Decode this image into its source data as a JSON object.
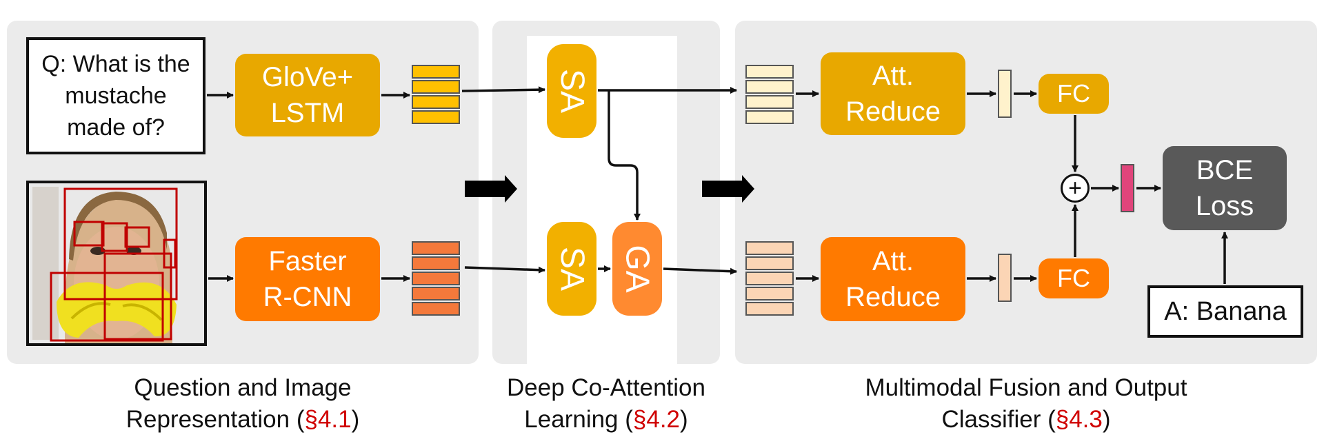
{
  "question_box": {
    "line1": "Q: What is the",
    "line2": "mustache",
    "line3": "made of?"
  },
  "answer_box": {
    "label": "A: Banana"
  },
  "blocks": {
    "glove_lstm": {
      "line1": "GloVe+",
      "line2": "LSTM"
    },
    "faster_rcnn": {
      "line1": "Faster",
      "line2": "R-CNN"
    },
    "sa_top": "SA",
    "sa_bottom": "SA",
    "ga": "GA",
    "att_reduce_top": {
      "line1": "Att.",
      "line2": "Reduce"
    },
    "att_reduce_bottom": {
      "line1": "Att.",
      "line2": "Reduce"
    },
    "fc_top": "FC",
    "fc_bottom": "FC",
    "bce_loss": {
      "line1": "BCE",
      "line2": "Loss"
    },
    "plus_symbol": "+"
  },
  "captions": {
    "section1": {
      "line1": "Question and Image",
      "line2": "Representation (",
      "ref": "§4.1",
      "close": ")"
    },
    "section2": {
      "line1": "Deep Co-Attention",
      "line2": "Learning (",
      "ref": "§4.2",
      "close": ")"
    },
    "section3": {
      "line1": "Multimodal Fusion and Output",
      "line2": "Classifier (",
      "ref": "§4.3",
      "close": ")"
    }
  },
  "colors": {
    "panel_bg": "#ebebeb",
    "gold": "#e8a800",
    "orange": "#ff7a00",
    "ga_orange": "#ff8a30",
    "pale_yellow": "#fff2cc",
    "pale_orange": "#fbd5b5",
    "feat_yellow": "#ffc000",
    "feat_orange": "#f4793b",
    "pink": "#e0457b",
    "dark_gray": "#595959",
    "reference_red": "#d00000",
    "detection_red": "#c00000"
  }
}
